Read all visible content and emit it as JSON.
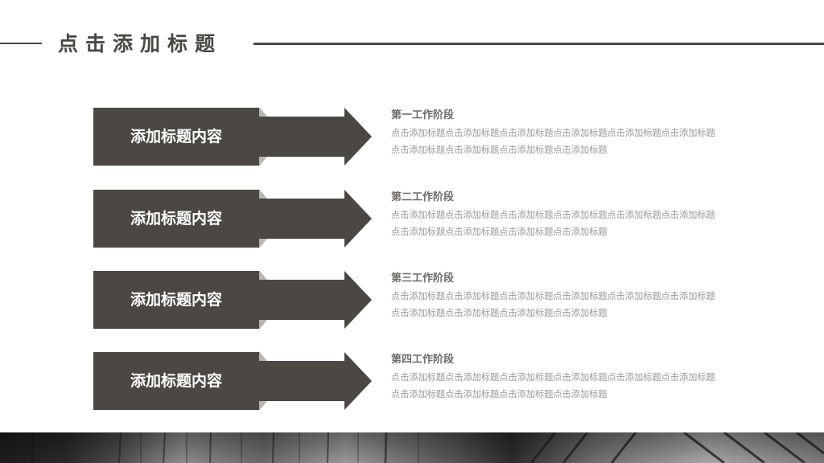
{
  "header": {
    "title": "点击添加标题"
  },
  "steps": [
    {
      "box_label": "添加标题内容",
      "heading": "第一工作阶段",
      "body_line1": "点击添加标题点击添加标题点击添加标题点击添加标题点击添加标题点击添加标题",
      "body_line2": "点击添加标题点击添加标题点击添加标题点击添加标题"
    },
    {
      "box_label": "添加标题内容",
      "heading": "第二工作阶段",
      "body_line1": "点击添加标题点击添加标题点击添加标题点击添加标题点击添加标题点击添加标题",
      "body_line2": "点击添加标题点击添加标题点击添加标题点击添加标题"
    },
    {
      "box_label": "添加标题内容",
      "heading": "第三工作阶段",
      "body_line1": "点击添加标题点击添加标题点击添加标题点击添加标题点击添加标题点击添加标题",
      "body_line2": "点击添加标题点击添加标题点击添加标题点击添加标题"
    },
    {
      "box_label": "添加标题内容",
      "heading": "第四工作阶段",
      "body_line1": "点击添加标题点击添加标题点击添加标题点击添加标题点击添加标题点击添加标题",
      "body_line2": "点击添加标题点击添加标题点击添加标题点击添加标题"
    }
  ],
  "colors": {
    "primary": "#4b4844",
    "heading_text": "#6e6b68",
    "body_text": "#9a9794"
  }
}
